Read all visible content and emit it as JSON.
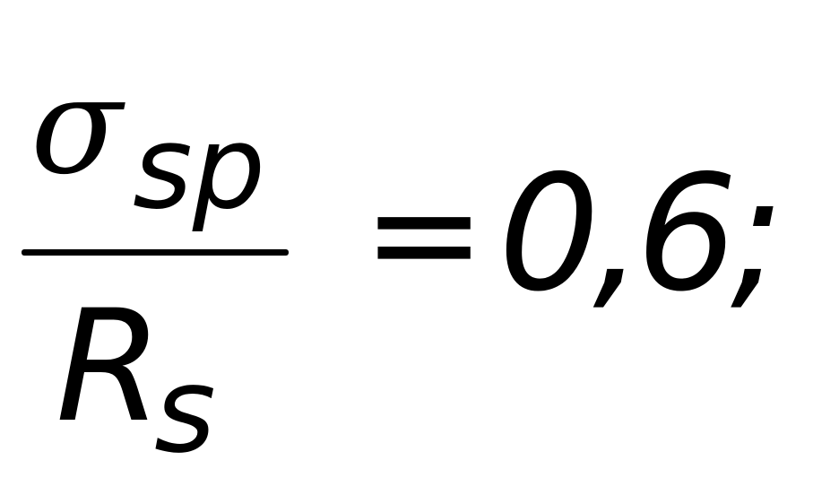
{
  "formula": {
    "numerator": {
      "symbol": "σ",
      "subscript": "sp"
    },
    "denominator": {
      "symbol": "R",
      "subscript": "s"
    },
    "operator": "=",
    "value": "0,6;"
  }
}
